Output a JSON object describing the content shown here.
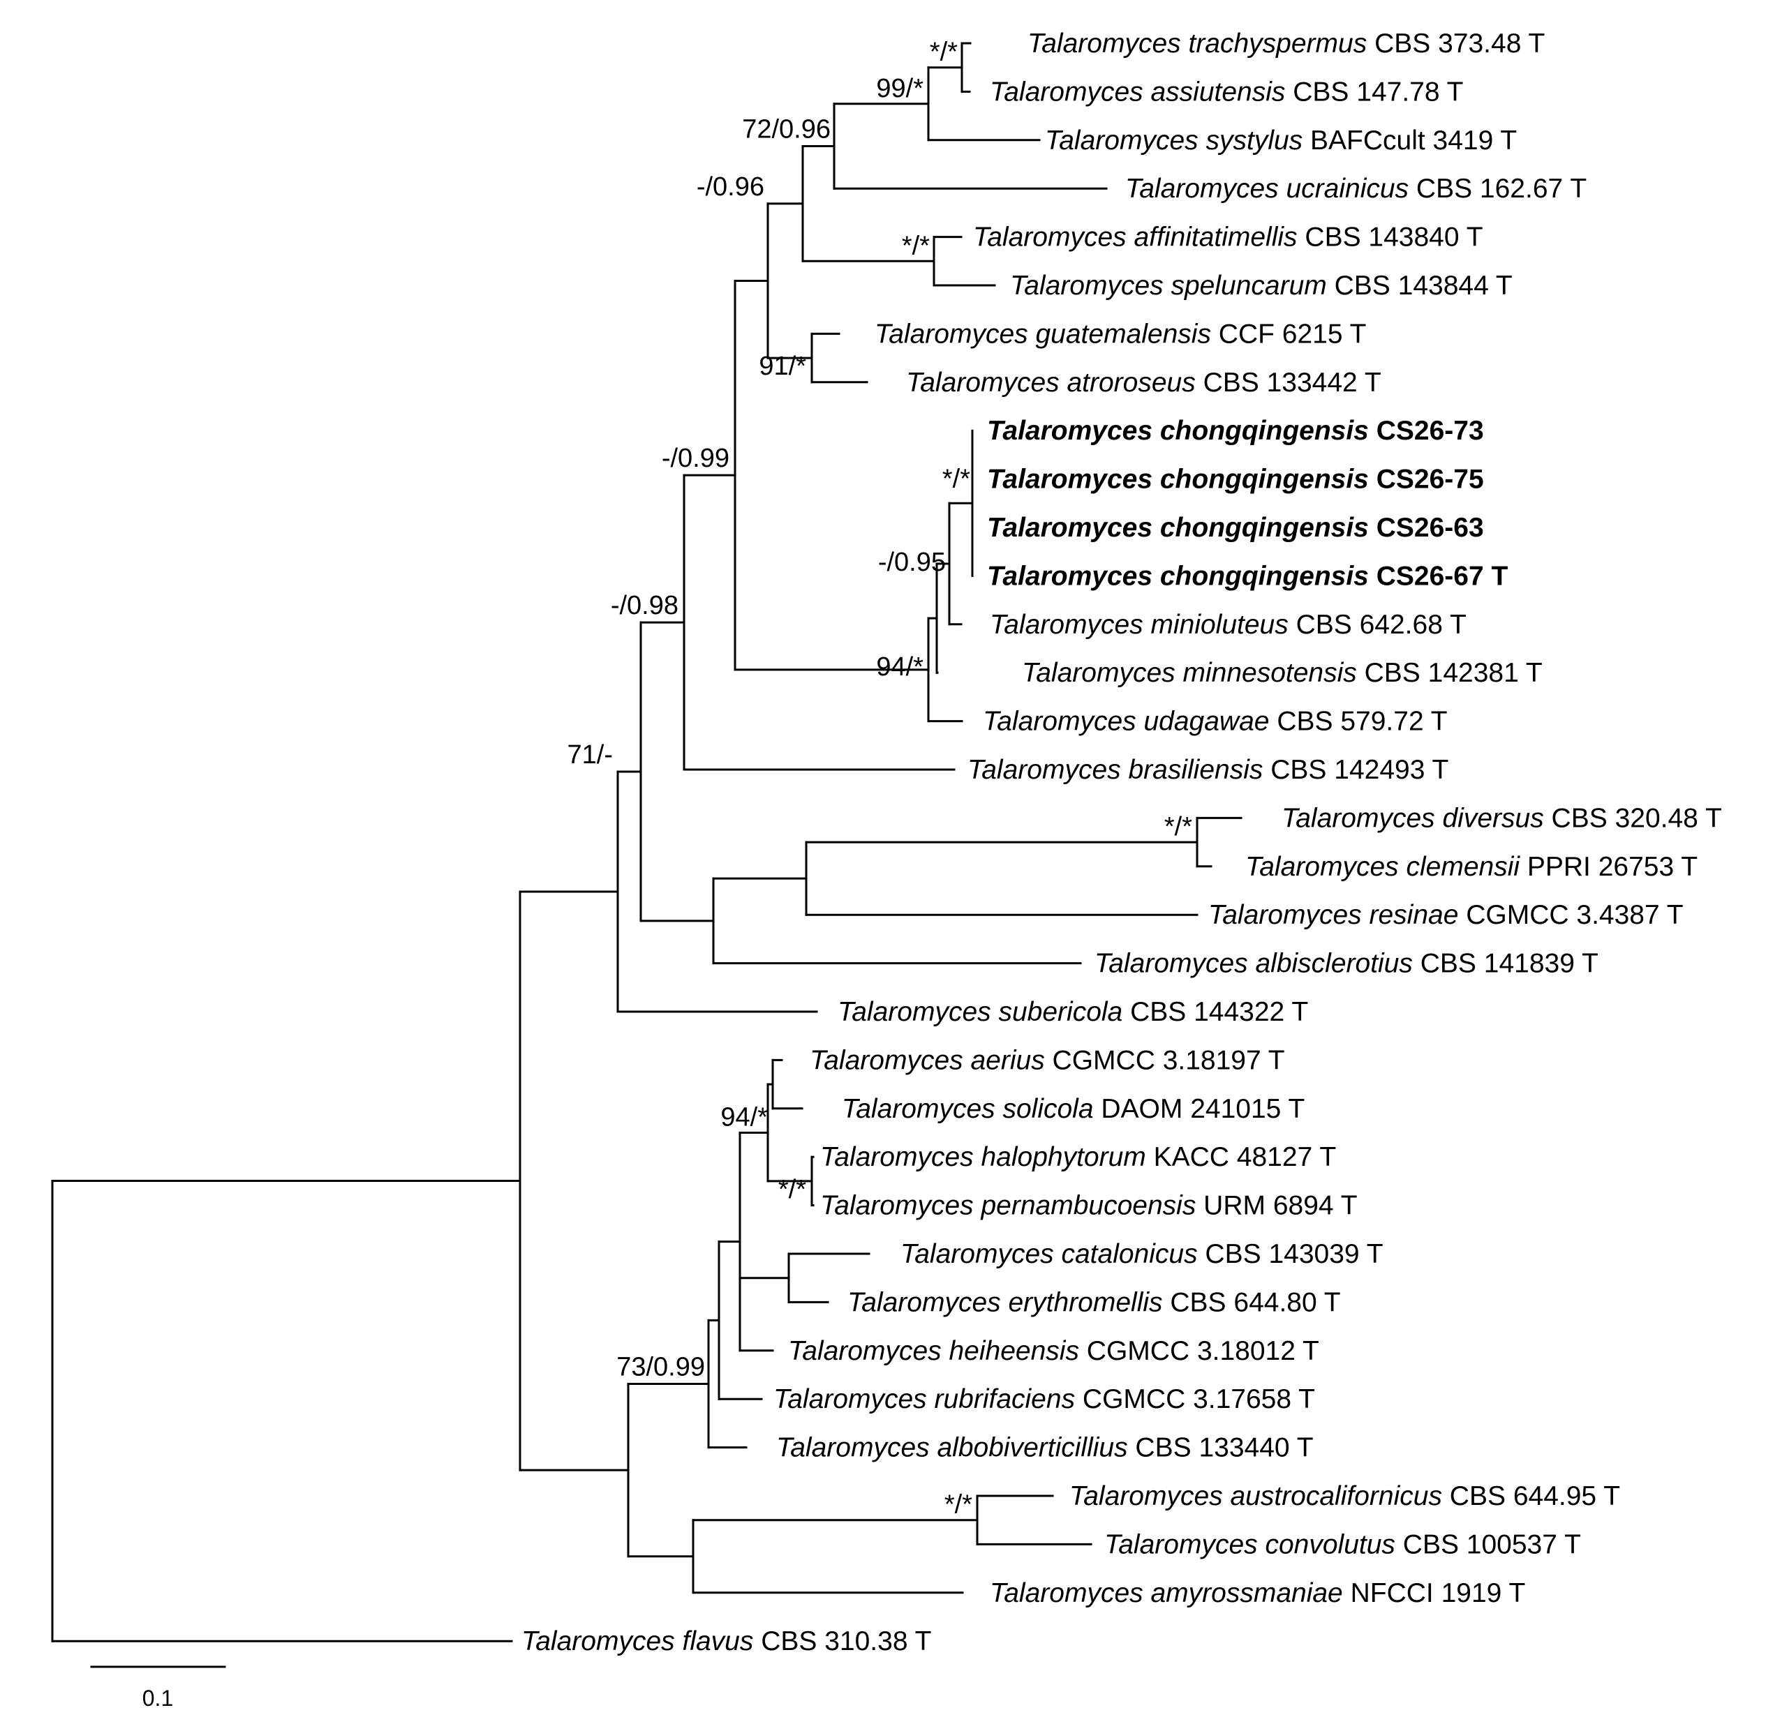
{
  "tree": {
    "scale_bar": {
      "label": "0.1"
    },
    "taxa": [
      {
        "id": "t1",
        "genus": "Talaromyces",
        "species": "trachyspermus",
        "strain": "CBS 373.48 T",
        "bold": false
      },
      {
        "id": "t2",
        "genus": "Talaromyces",
        "species": "assiutensis",
        "strain": "CBS 147.78 T",
        "bold": false
      },
      {
        "id": "t3",
        "genus": "Talaromyces",
        "species": "systylus",
        "strain": "BAFCcult 3419 T",
        "bold": false
      },
      {
        "id": "t4",
        "genus": "Talaromyces",
        "species": "ucrainicus",
        "strain": "CBS 162.67 T",
        "bold": false
      },
      {
        "id": "t5",
        "genus": "Talaromyces",
        "species": "affinitatimellis",
        "strain": "CBS 143840 T",
        "bold": false
      },
      {
        "id": "t6",
        "genus": "Talaromyces",
        "species": "speluncarum",
        "strain": "CBS 143844 T",
        "bold": false
      },
      {
        "id": "t7",
        "genus": "Talaromyces",
        "species": "guatemalensis",
        "strain": "CCF 6215 T",
        "bold": false
      },
      {
        "id": "t8",
        "genus": "Talaromyces",
        "species": "atroroseus",
        "strain": "CBS 133442 T",
        "bold": false
      },
      {
        "id": "t9",
        "genus": "Talaromyces",
        "species": "chongqingensis",
        "strain": "CS26-73",
        "bold": true
      },
      {
        "id": "t10",
        "genus": "Talaromyces",
        "species": "chongqingensis",
        "strain": "CS26-75",
        "bold": true
      },
      {
        "id": "t11",
        "genus": "Talaromyces",
        "species": "chongqingensis",
        "strain": "CS26-63",
        "bold": true
      },
      {
        "id": "t12",
        "genus": "Talaromyces",
        "species": "chongqingensis",
        "strain": "CS26-67 T",
        "bold": true
      },
      {
        "id": "t13",
        "genus": "Talaromyces",
        "species": "minioluteus",
        "strain": "CBS 642.68 T",
        "bold": false
      },
      {
        "id": "t14",
        "genus": "Talaromyces",
        "species": "minnesotensis",
        "strain": "CBS 142381 T",
        "bold": false
      },
      {
        "id": "t15",
        "genus": "Talaromyces",
        "species": "udagawae",
        "strain": "CBS 579.72 T",
        "bold": false
      },
      {
        "id": "t16",
        "genus": "Talaromyces",
        "species": "brasiliensis",
        "strain": "CBS 142493 T",
        "bold": false
      },
      {
        "id": "t17",
        "genus": "Talaromyces",
        "species": "diversus",
        "strain": "CBS 320.48 T",
        "bold": false
      },
      {
        "id": "t18",
        "genus": "Talaromyces",
        "species": "clemensii",
        "strain": "PPRI 26753 T",
        "bold": false
      },
      {
        "id": "t19",
        "genus": "Talaromyces",
        "species": "resinae",
        "strain": "CGMCC 3.4387 T",
        "bold": false
      },
      {
        "id": "t20",
        "genus": "Talaromyces",
        "species": "albisclerotius",
        "strain": "CBS 141839 T",
        "bold": false
      },
      {
        "id": "t21",
        "genus": "Talaromyces",
        "species": "subericola",
        "strain": "CBS 144322 T",
        "bold": false
      },
      {
        "id": "t22",
        "genus": "Talaromyces",
        "species": "aerius",
        "strain": "CGMCC 3.18197 T",
        "bold": false
      },
      {
        "id": "t23",
        "genus": "Talaromyces",
        "species": "solicola",
        "strain": "DAOM 241015 T",
        "bold": false
      },
      {
        "id": "t24",
        "genus": "Talaromyces",
        "species": "halophytorum",
        "strain": "KACC 48127 T",
        "bold": false
      },
      {
        "id": "t25",
        "genus": "Talaromyces",
        "species": "pernambucoensis",
        "strain": "URM 6894 T",
        "bold": false
      },
      {
        "id": "t26",
        "genus": "Talaromyces",
        "species": "catalonicus",
        "strain": "CBS 143039 T",
        "bold": false
      },
      {
        "id": "t27",
        "genus": "Talaromyces",
        "species": "erythromellis",
        "strain": "CBS 644.80 T",
        "bold": false
      },
      {
        "id": "t28",
        "genus": "Talaromyces",
        "species": "heiheensis",
        "strain": "CGMCC 3.18012 T",
        "bold": false
      },
      {
        "id": "t29",
        "genus": "Talaromyces",
        "species": "rubrifaciens",
        "strain": "CGMCC 3.17658 T",
        "bold": false
      },
      {
        "id": "t30",
        "genus": "Talaromyces",
        "species": "albobiverticillius",
        "strain": "CBS 133440 T",
        "bold": false
      },
      {
        "id": "t31",
        "genus": "Talaromyces",
        "species": "austrocalifornicus",
        "strain": "CBS 644.95 T",
        "bold": false
      },
      {
        "id": "t32",
        "genus": "Talaromyces",
        "species": "convolutus",
        "strain": "CBS 100537 T",
        "bold": false
      },
      {
        "id": "t33",
        "genus": "Talaromyces",
        "species": "amyrossmaniae",
        "strain": "NFCCI 1919 T",
        "bold": false
      },
      {
        "id": "t34",
        "genus": "Talaromyces",
        "species": "flavus",
        "strain": "CBS 310.38 T",
        "bold": false
      }
    ],
    "support_values": [
      {
        "id": "s1",
        "text": "*/*"
      },
      {
        "id": "s2",
        "text": "99/*"
      },
      {
        "id": "s3",
        "text": "72/0.96"
      },
      {
        "id": "s4",
        "text": "*/*"
      },
      {
        "id": "s5",
        "text": "-/0.96"
      },
      {
        "id": "s6",
        "text": "91/*"
      },
      {
        "id": "s7",
        "text": "-/0.99"
      },
      {
        "id": "s8",
        "text": "*/*"
      },
      {
        "id": "s9",
        "text": "-/0.95"
      },
      {
        "id": "s10",
        "text": "-/0.98"
      },
      {
        "id": "s11",
        "text": "94/*"
      },
      {
        "id": "s12",
        "text": "*/*"
      },
      {
        "id": "s13",
        "text": "71/-"
      },
      {
        "id": "s14",
        "text": "94/*"
      },
      {
        "id": "s15",
        "text": "*/*"
      },
      {
        "id": "s16",
        "text": "73/0.99"
      },
      {
        "id": "s17",
        "text": "*/*"
      }
    ]
  }
}
